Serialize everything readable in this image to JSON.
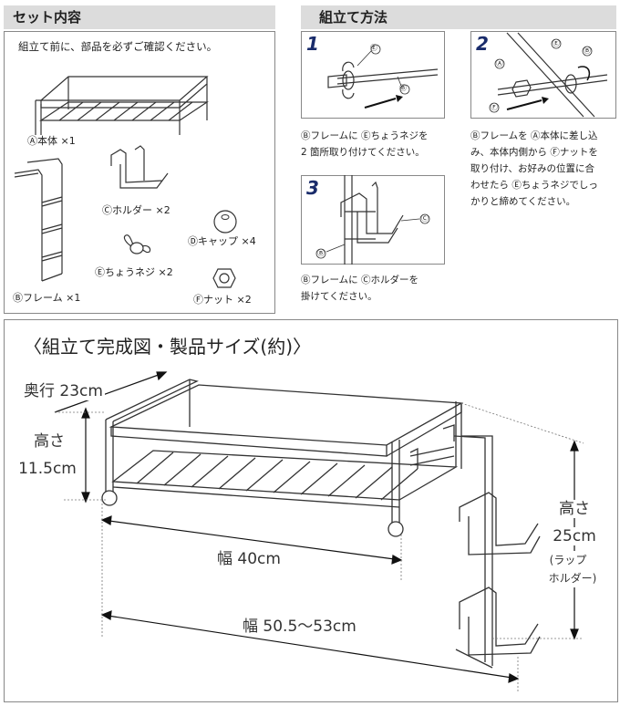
{
  "parts": {
    "header": "セット内容",
    "intro": "組立て前に、部品を必ずご確認ください。",
    "items": {
      "body": "Ⓐ本体 ×1",
      "frame": "Ⓑフレーム ×1",
      "holder": "Ⓒホルダー ×2",
      "cap": "Ⓓキャップ ×4",
      "wingnut": "Ⓔちょうネジ ×2",
      "nut": "Ⓕナット ×2"
    }
  },
  "assembly": {
    "header": "組立て方法",
    "steps": [
      {
        "no": "1",
        "lines": [
          "Ⓑフレームに Ⓔちょうネジを",
          "2 箇所取り付けてください。"
        ],
        "callouts": [
          "Ⓔ",
          "Ⓑ"
        ]
      },
      {
        "no": "2",
        "lines": [
          "Ⓑフレームを Ⓐ本体に差し込",
          "み、本体内側から Ⓕナットを",
          "取り付け、お好みの位置に合",
          "わせたら Ⓔちょうネジでしっ",
          "かりと締めてください。"
        ],
        "callouts": [
          "Ⓔ",
          "Ⓑ",
          "Ⓐ",
          "Ⓕ"
        ]
      },
      {
        "no": "3",
        "lines": [
          "Ⓑフレームに Ⓒホルダーを",
          "掛けてください。"
        ],
        "callouts": [
          "Ⓒ",
          "Ⓑ"
        ]
      }
    ]
  },
  "dimensions": {
    "title": "〈組立て完成図・製品サイズ(約)〉",
    "depth": "奥行 23cm",
    "height_label": "高さ",
    "height_value": "11.5cm",
    "width_body": "幅 40cm",
    "width_total": "幅 50.5〜53cm",
    "holder_height_label": "高さ",
    "holder_height_value": "25cm",
    "holder_note_1": "(ラップ",
    "holder_note_2": "ホルダー)"
  }
}
